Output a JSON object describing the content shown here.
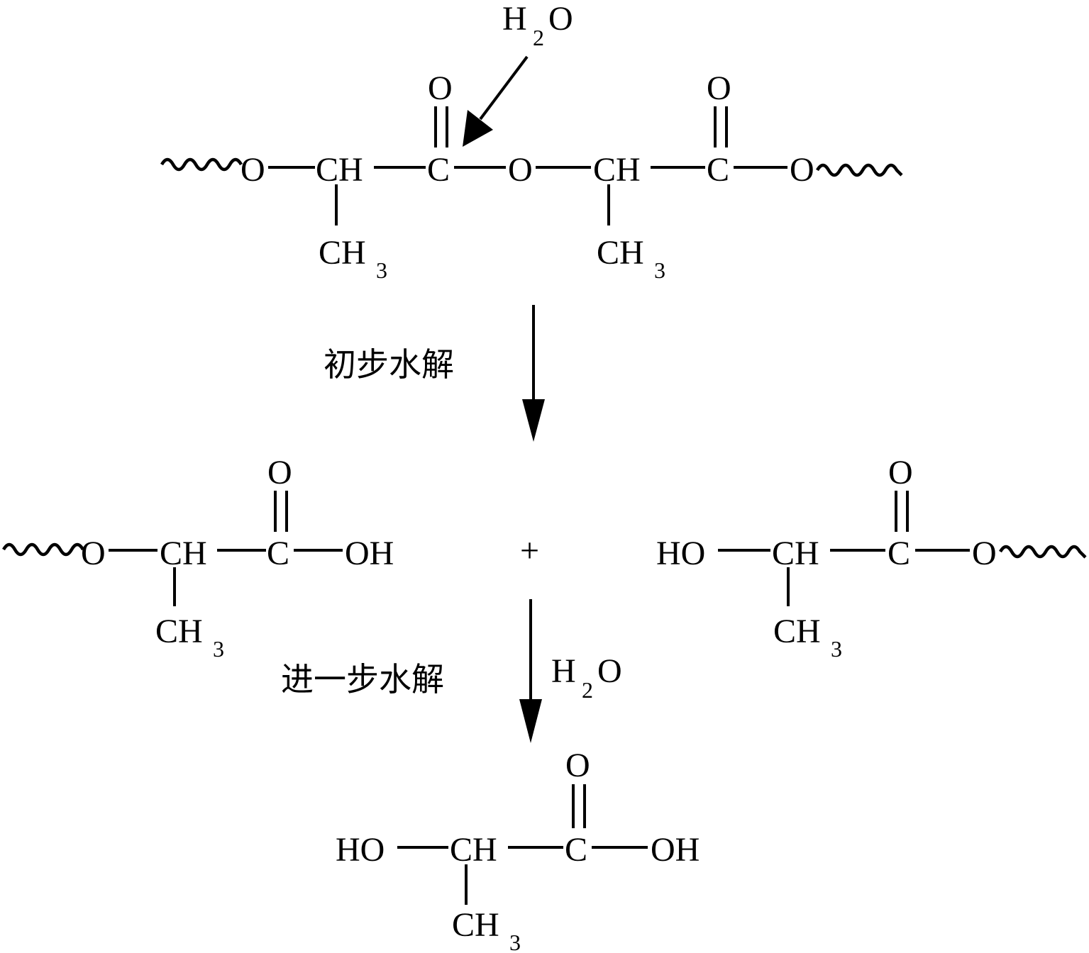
{
  "atoms": {
    "O": "O",
    "C": "C",
    "CH": "CH",
    "CH3_base": "CH",
    "CH3_sub": "3",
    "OH": "OH",
    "HO": "HO"
  },
  "reagents": {
    "water_H": "H",
    "water_sub": "2",
    "water_O": "O"
  },
  "labels": {
    "step1": "初步水解",
    "step2": "进一步水解",
    "plus": "+"
  },
  "colors": {
    "ink": "#000000",
    "background": "#ffffff"
  }
}
